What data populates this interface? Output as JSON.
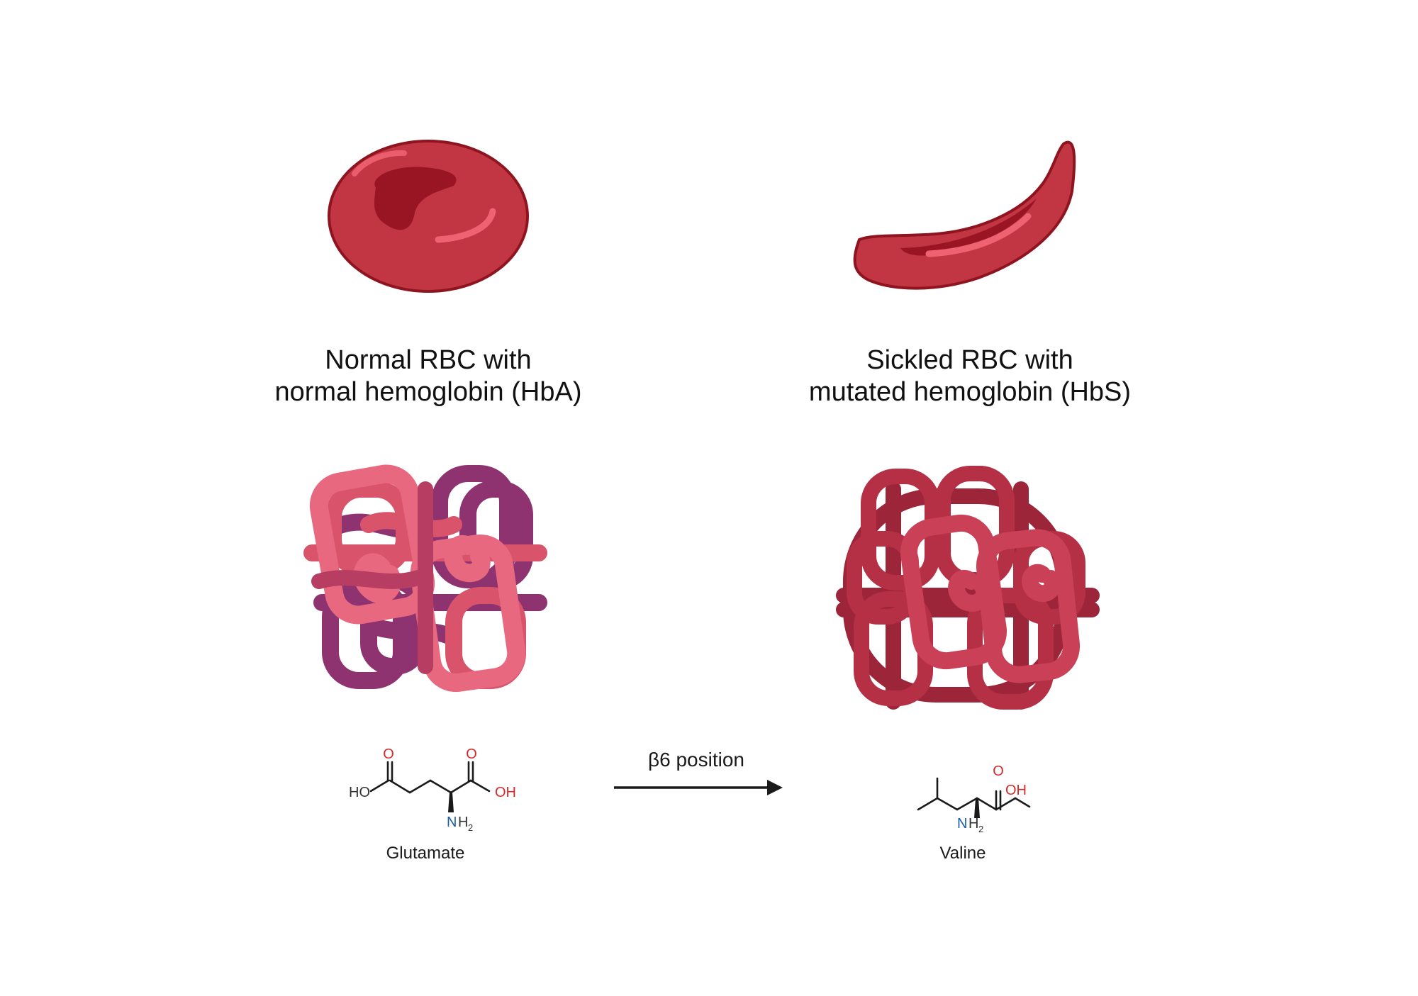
{
  "left": {
    "title_line1": "Normal RBC with",
    "title_line2": "normal hemoglobin (HbA)",
    "amino_acid": "Glutamate",
    "molecule": {
      "o_top_left": "O",
      "ho": "HO",
      "o_top_right": "O",
      "oh": "OH",
      "n": "N",
      "h2": "H",
      "sub2": "2"
    }
  },
  "right": {
    "title_line1": "Sickled RBC with",
    "title_line2": "mutated hemoglobin (HbS)",
    "amino_acid": "Valine",
    "molecule": {
      "o_top": "O",
      "oh": "OH",
      "n": "N",
      "h2": "H",
      "sub2": "2"
    }
  },
  "arrow": {
    "label": "β6 position"
  },
  "colors": {
    "rbc_fill": "#c23644",
    "rbc_stroke": "#8e1420",
    "rbc_dimple": "#9a1524",
    "rbc_highlight": "#ee6272",
    "hb_pink": "#e2566f",
    "hb_purple": "#8e3370",
    "hbs_red": "#b52f45",
    "oxygen_red": "#d42a2a",
    "nitrogen_blue": "#1a5fa8"
  }
}
